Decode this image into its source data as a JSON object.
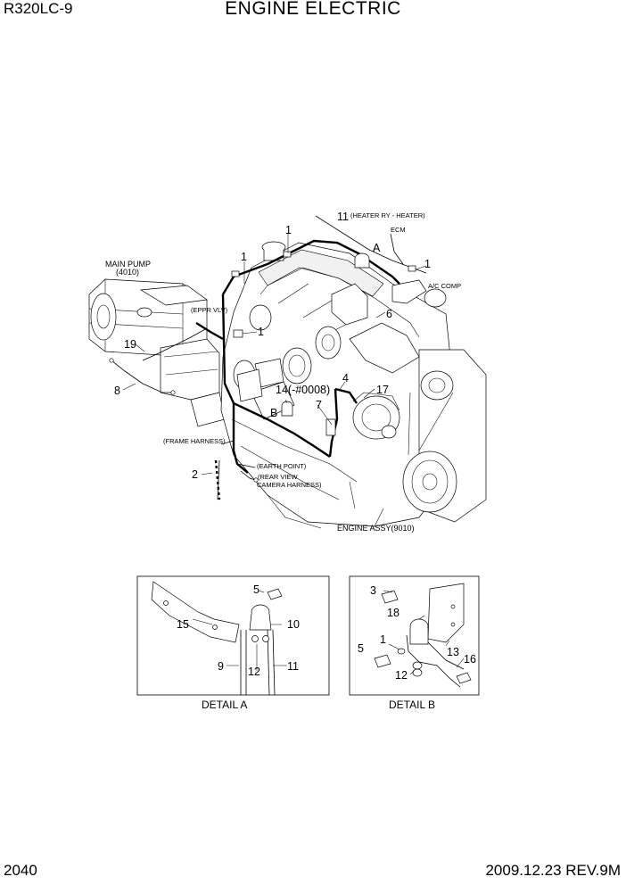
{
  "header": {
    "model": "R320LC-9",
    "title": "ENGINE ELECTRIC"
  },
  "footer": {
    "page_number": "2040",
    "date_revision": "2009.12.23  REV.9M"
  },
  "main_diagram": {
    "callouts": {
      "c1a": "1",
      "c1b": "1",
      "c1c": "1",
      "c1d": "1",
      "c2": "2",
      "c4": "4",
      "c6": "6",
      "c7": "7",
      "c8": "8",
      "c11": "11",
      "c14": "14(-#0008)",
      "c17": "17",
      "c19": "19",
      "detA": "A",
      "detB": "B"
    },
    "labels": {
      "heater_ry": "(HEATER RY - HEATER)",
      "ecm": "ECM",
      "ac_comp": "A/C COMP",
      "main_pump": "MAIN PUMP",
      "main_pump_code": "(4010)",
      "eppr_vlv": "(EPPR VLV)",
      "frame_harness": "(FRAME HARNESS)",
      "earth_point": "(EARTH POINT)",
      "rear_view_1": "(REAR VIEW",
      "rear_view_2": "CAMERA HARNESS)",
      "engine_assy": "ENGINE ASSY(9010)"
    }
  },
  "detail_a": {
    "caption": "DETAIL A",
    "callouts": {
      "c5": "5",
      "c15": "15",
      "c10": "10",
      "c9": "9",
      "c12": "12",
      "c11": "11"
    }
  },
  "detail_b": {
    "caption": "DETAIL B",
    "callouts": {
      "c3": "3",
      "c18": "18",
      "c1": "1",
      "c5": "5",
      "c13": "13",
      "c16": "16",
      "c12": "12"
    }
  }
}
